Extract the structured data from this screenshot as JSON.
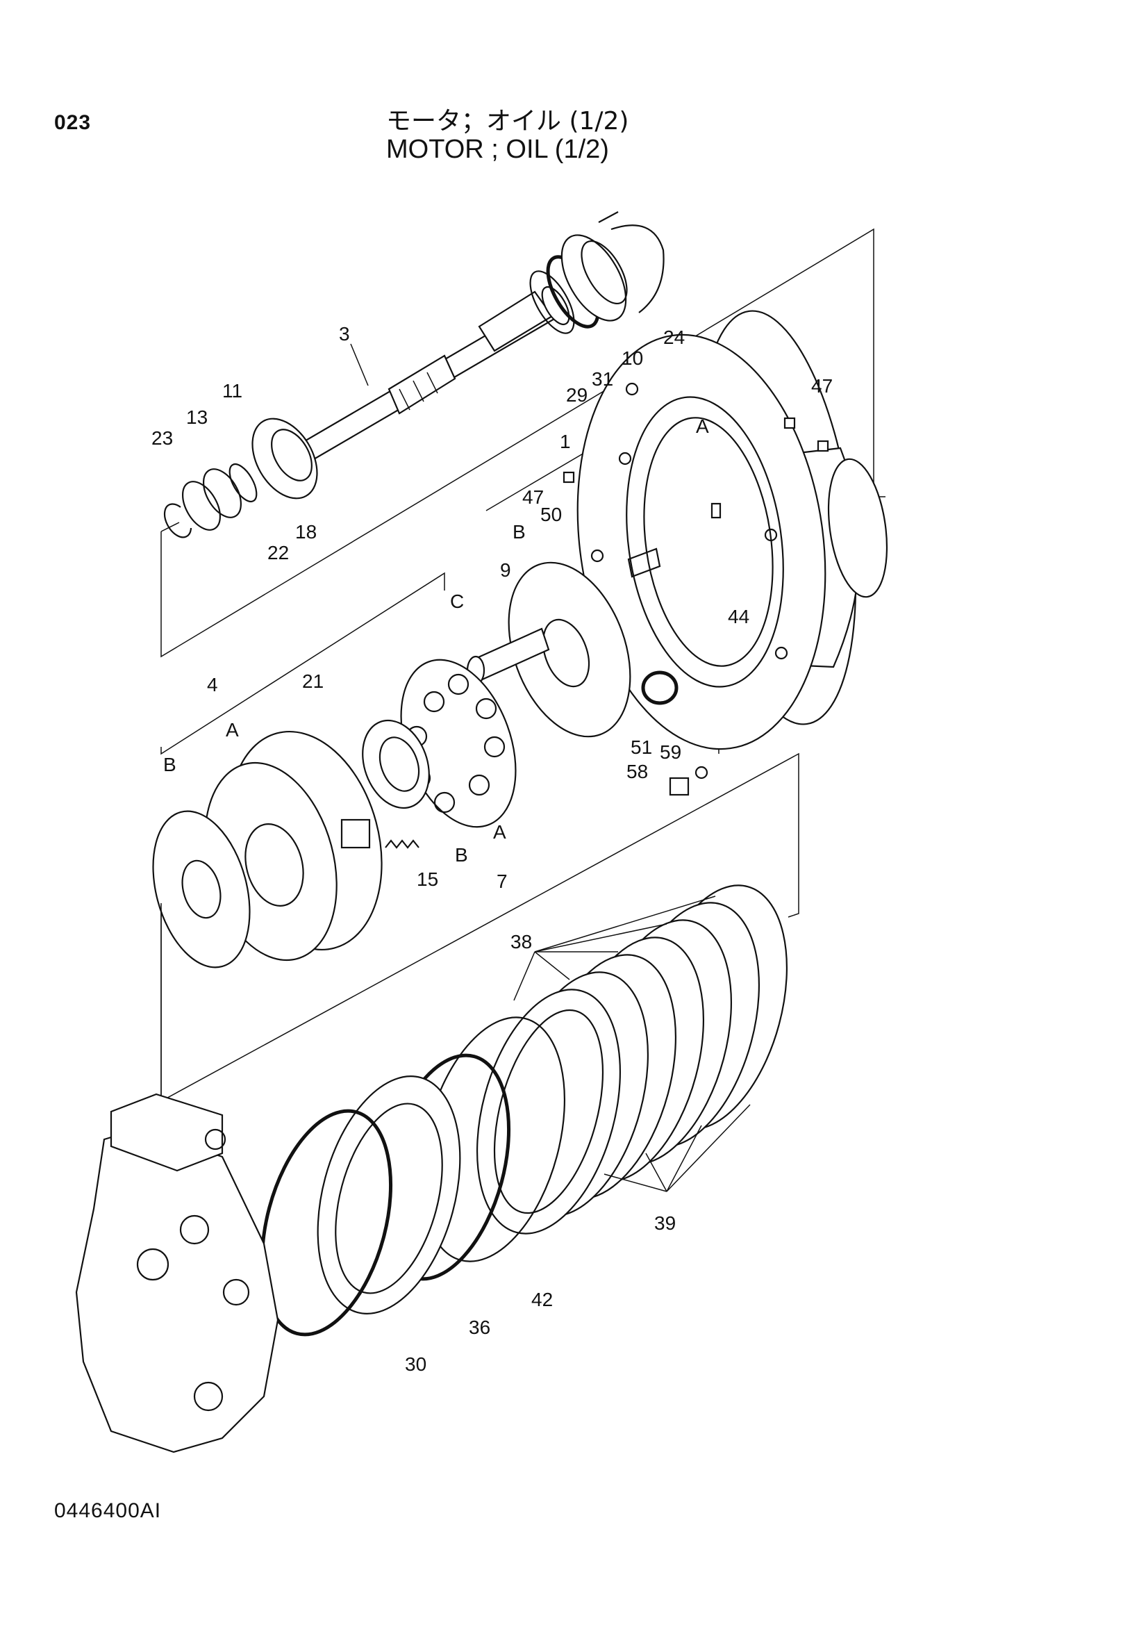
{
  "header": {
    "page_number": "023",
    "title_jp": "モータ；オイル (1/2)",
    "title_en": "MOTOR ; OIL (1/2)"
  },
  "footer": {
    "doc_code": "0446400AI"
  },
  "callouts": [
    {
      "id": "c3",
      "text": "3"
    },
    {
      "id": "c11",
      "text": "11"
    },
    {
      "id": "c13",
      "text": "13"
    },
    {
      "id": "c23",
      "text": "23"
    },
    {
      "id": "c22",
      "text": "22"
    },
    {
      "id": "c18",
      "text": "18"
    },
    {
      "id": "c29",
      "text": "29"
    },
    {
      "id": "c31",
      "text": "31"
    },
    {
      "id": "c10",
      "text": "10"
    },
    {
      "id": "c24",
      "text": "24"
    },
    {
      "id": "c47a",
      "text": "47"
    },
    {
      "id": "cA1",
      "text": "A"
    },
    {
      "id": "c1",
      "text": "1"
    },
    {
      "id": "c47b",
      "text": "47"
    },
    {
      "id": "c50",
      "text": "50"
    },
    {
      "id": "cB1",
      "text": "B"
    },
    {
      "id": "c9",
      "text": "9"
    },
    {
      "id": "cC",
      "text": "C"
    },
    {
      "id": "c44",
      "text": "44"
    },
    {
      "id": "c4",
      "text": "4"
    },
    {
      "id": "c21",
      "text": "21"
    },
    {
      "id": "cA2",
      "text": "A"
    },
    {
      "id": "cB2",
      "text": "B"
    },
    {
      "id": "c51",
      "text": "51"
    },
    {
      "id": "c59",
      "text": "59"
    },
    {
      "id": "c58",
      "text": "58"
    },
    {
      "id": "c15",
      "text": "15"
    },
    {
      "id": "cB3",
      "text": "B"
    },
    {
      "id": "cA3",
      "text": "A"
    },
    {
      "id": "c7",
      "text": "7"
    },
    {
      "id": "c38",
      "text": "38"
    },
    {
      "id": "c39",
      "text": "39"
    },
    {
      "id": "c42",
      "text": "42"
    },
    {
      "id": "c36",
      "text": "36"
    },
    {
      "id": "c30",
      "text": "30"
    }
  ]
}
